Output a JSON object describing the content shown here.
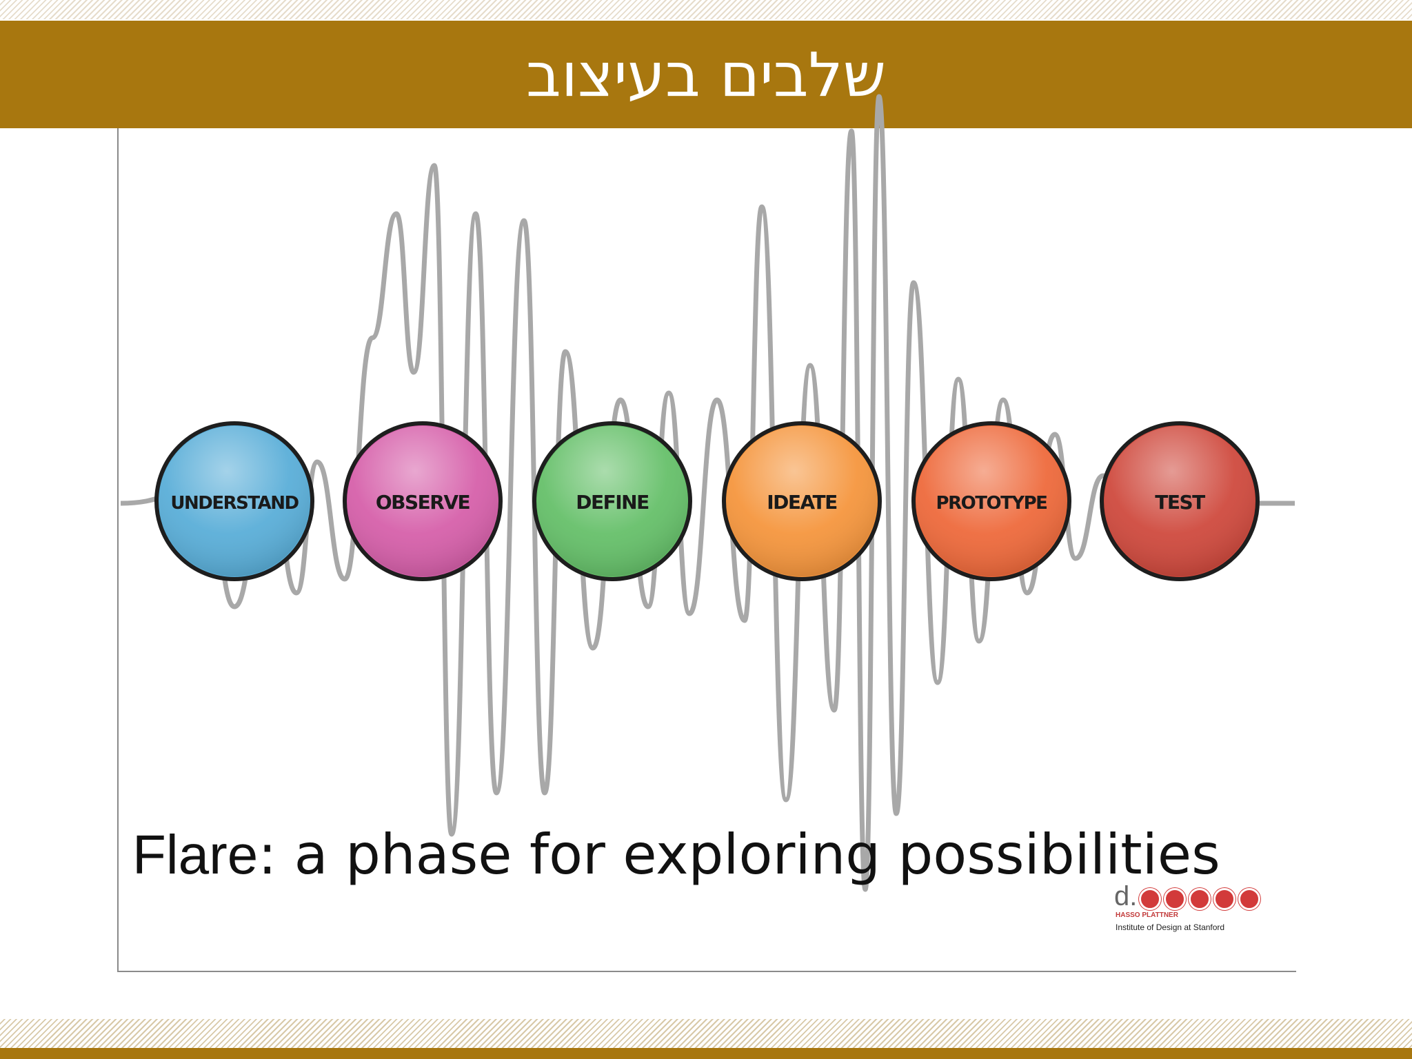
{
  "slide": {
    "title": "שלבים בעיצוב",
    "caption_term": "Flare",
    "caption_rest": ": a phase for exploring possibilities"
  },
  "diagram": {
    "stages": [
      {
        "label": "UNDERSTAND",
        "color": "#5aaed8"
      },
      {
        "label": "OBSERVE",
        "color": "#d660aa"
      },
      {
        "label": "DEFINE",
        "color": "#66c06a"
      },
      {
        "label": "IDEATE",
        "color": "#f5963e"
      },
      {
        "label": "PROTOTYPE",
        "color": "#ee6a3c"
      },
      {
        "label": "TEST",
        "color": "#cf4a3e"
      }
    ],
    "wave_color": "#a8a8a8"
  },
  "logo": {
    "prefix": "d.",
    "line1": "HASSO PLATTNER",
    "line2": "Institute of Design at Stanford"
  },
  "colors": {
    "brand": "#a8770f"
  }
}
